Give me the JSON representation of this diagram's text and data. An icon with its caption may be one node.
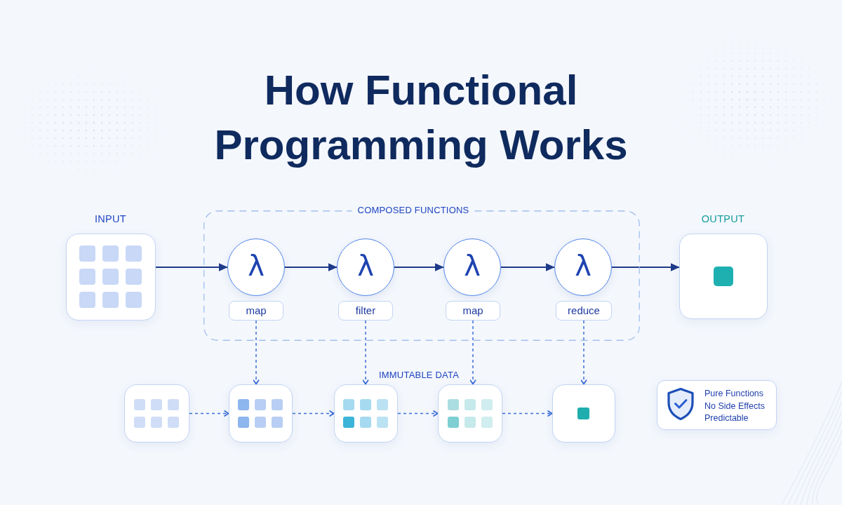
{
  "diagram": {
    "title": "How Functional Programming Works",
    "nodes": [
      {
        "text": [
          "INPUT"
        ]
      },
      {
        "text": [
          "COMPOSED FUNCTIONS"
        ]
      },
      {
        "text": [
          "λ"
        ],
        "in": 1
      },
      {
        "text": [
          "map"
        ],
        "in": 1
      },
      {
        "text": [
          "λ"
        ],
        "in": 1
      },
      {
        "text": [
          "filter"
        ],
        "in": 1
      },
      {
        "text": [
          "λ"
        ],
        "in": 1
      },
      {
        "text": [
          "map"
        ],
        "in": 1
      },
      {
        "text": [
          "λ"
        ],
        "in": 1
      },
      {
        "text": [
          "reduce"
        ],
        "in": 1
      },
      {
        "text": [
          "OUTPUT"
        ]
      },
      {
        "text": [],
        "shape": "box"
      },
      {
        "text": [],
        "shape": "box"
      },
      {
        "text": [],
        "shape": "box"
      },
      {
        "text": [],
        "shape": "box"
      },
      {
        "text": [],
        "shape": "box"
      },
      {
        "text": [
          "Pure Functions",
          "No Side Effects",
          "Predictable"
        ]
      }
    ],
    "edges": [
      {
        "from": 0,
        "to": 2,
        "arrow": "to",
        "color": "#1e3a8a"
      },
      {
        "from": 2,
        "to": 4,
        "arrow": "to",
        "color": "#1e3a8a"
      },
      {
        "from": 4,
        "to": 6,
        "arrow": "to",
        "color": "#1e3a8a"
      },
      {
        "from": 6,
        "to": 8,
        "arrow": "to",
        "color": "#1e3a8a"
      },
      {
        "from": 8,
        "to": 10,
        "arrow": "to",
        "color": "#1e3a8a"
      },
      {
        "from": 3,
        "to": 12,
        "arrow": "to",
        "style": "dashed"
      },
      {
        "from": 5,
        "to": 13,
        "arrow": "to",
        "style": "dashed"
      },
      {
        "from": 7,
        "to": 14,
        "arrow": "to",
        "style": "dashed"
      },
      {
        "from": 9,
        "to": 15,
        "arrow": "to",
        "style": "dashed"
      },
      {
        "from": 11,
        "to": 12,
        "arrow": "to",
        "style": "dashed"
      },
      {
        "from": 12,
        "to": 13,
        "arrow": "to",
        "style": "dashed"
      },
      {
        "from": 13,
        "to": 14,
        "arrow": "to",
        "style": "dashed"
      },
      {
        "from": 14,
        "to": 15,
        "arrow": "to",
        "style": "dashed"
      }
    ],
    "labels": [
      "IMMUTABLE DATA"
    ]
  }
}
